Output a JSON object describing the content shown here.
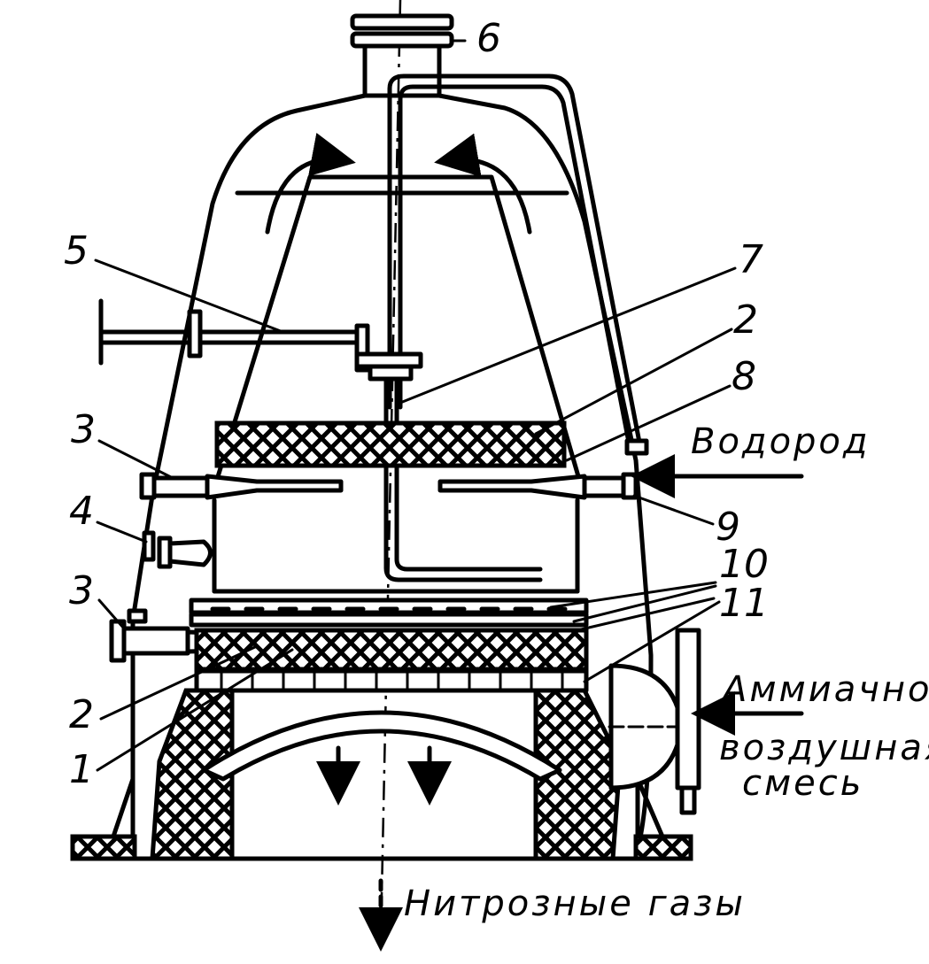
{
  "labels": {
    "n1": "1",
    "n2_top": "2",
    "n2_bottom": "2",
    "n3_top": "3",
    "n3_bottom": "3",
    "n4": "4",
    "n5": "5",
    "n6": "6",
    "n7": "7",
    "n8": "8",
    "n9": "9",
    "n10": "10",
    "n11": "11",
    "hydrogen": "Водород",
    "mix_line1": "Аммиачно-",
    "mix_line2": "воздушная",
    "mix_line3": "смесь",
    "nitrous_gases": "Нитрозные газы"
  }
}
